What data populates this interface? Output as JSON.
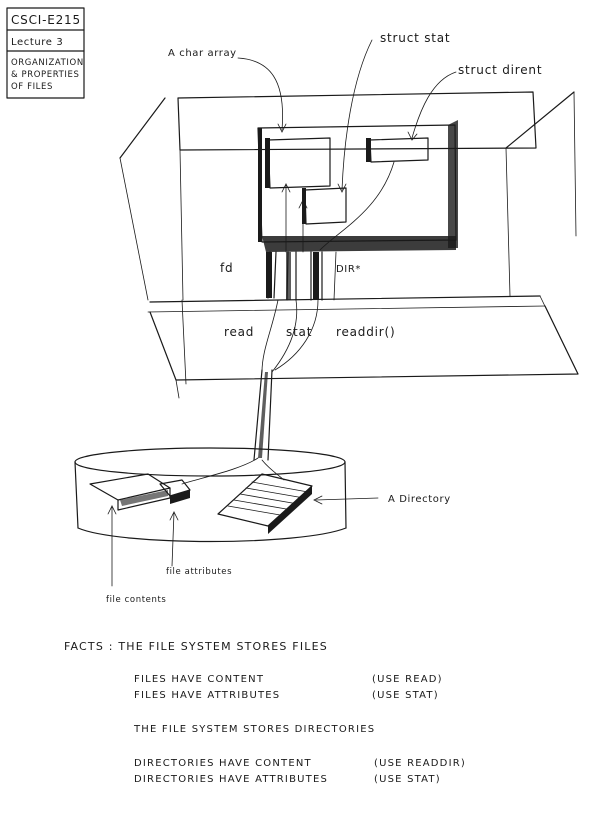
{
  "header_box": {
    "course": "CSCI-E215",
    "lecture": "Lecture 3",
    "topic_line1": "ORGANIZATION",
    "topic_line2": "& PROPERTIES",
    "topic_line3": "OF FILES"
  },
  "diagram": {
    "label_char_array": "A char array",
    "label_struct_stat": "struct stat",
    "label_struct_dirent": "struct dirent",
    "label_fd": "fd",
    "label_dirp": "DIR*",
    "label_read": "read",
    "label_stat": "stat",
    "label_readdir": "readdir()",
    "label_directory": "A Directory",
    "label_file_attributes": "file attributes",
    "label_file_contents": "file contents"
  },
  "facts": {
    "heading": "FACTS : THE FILE SYSTEM STORES FILES",
    "row1_text": "FILES HAVE CONTENT",
    "row1_note": "(USE READ)",
    "row2_text": "FILES HAVE ATTRIBUTES",
    "row2_note": "(USE STAT)",
    "sub_heading": "THE FILE SYSTEM STORES DIRECTORIES",
    "row3_text": "DIRECTORIES HAVE CONTENT",
    "row3_note": "(USE READDIR)",
    "row4_text": "DIRECTORIES HAVE ATTRIBUTES",
    "row4_note": "(USE STAT)"
  }
}
